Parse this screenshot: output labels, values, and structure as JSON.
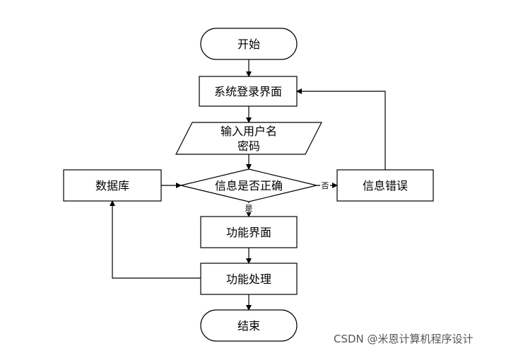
{
  "nodes": {
    "start": "开始",
    "login": "系统登录界面",
    "input_line1": "输入用户名",
    "input_line2": "密码",
    "check": "信息是否正确",
    "database": "数据库",
    "error": "信息错误",
    "func_ui": "功能界面",
    "func_proc": "功能处理",
    "end": "结束"
  },
  "edges": {
    "no_label": "否",
    "yes_label": "是"
  },
  "watermark": "CSDN @米恩计算机程序设计"
}
